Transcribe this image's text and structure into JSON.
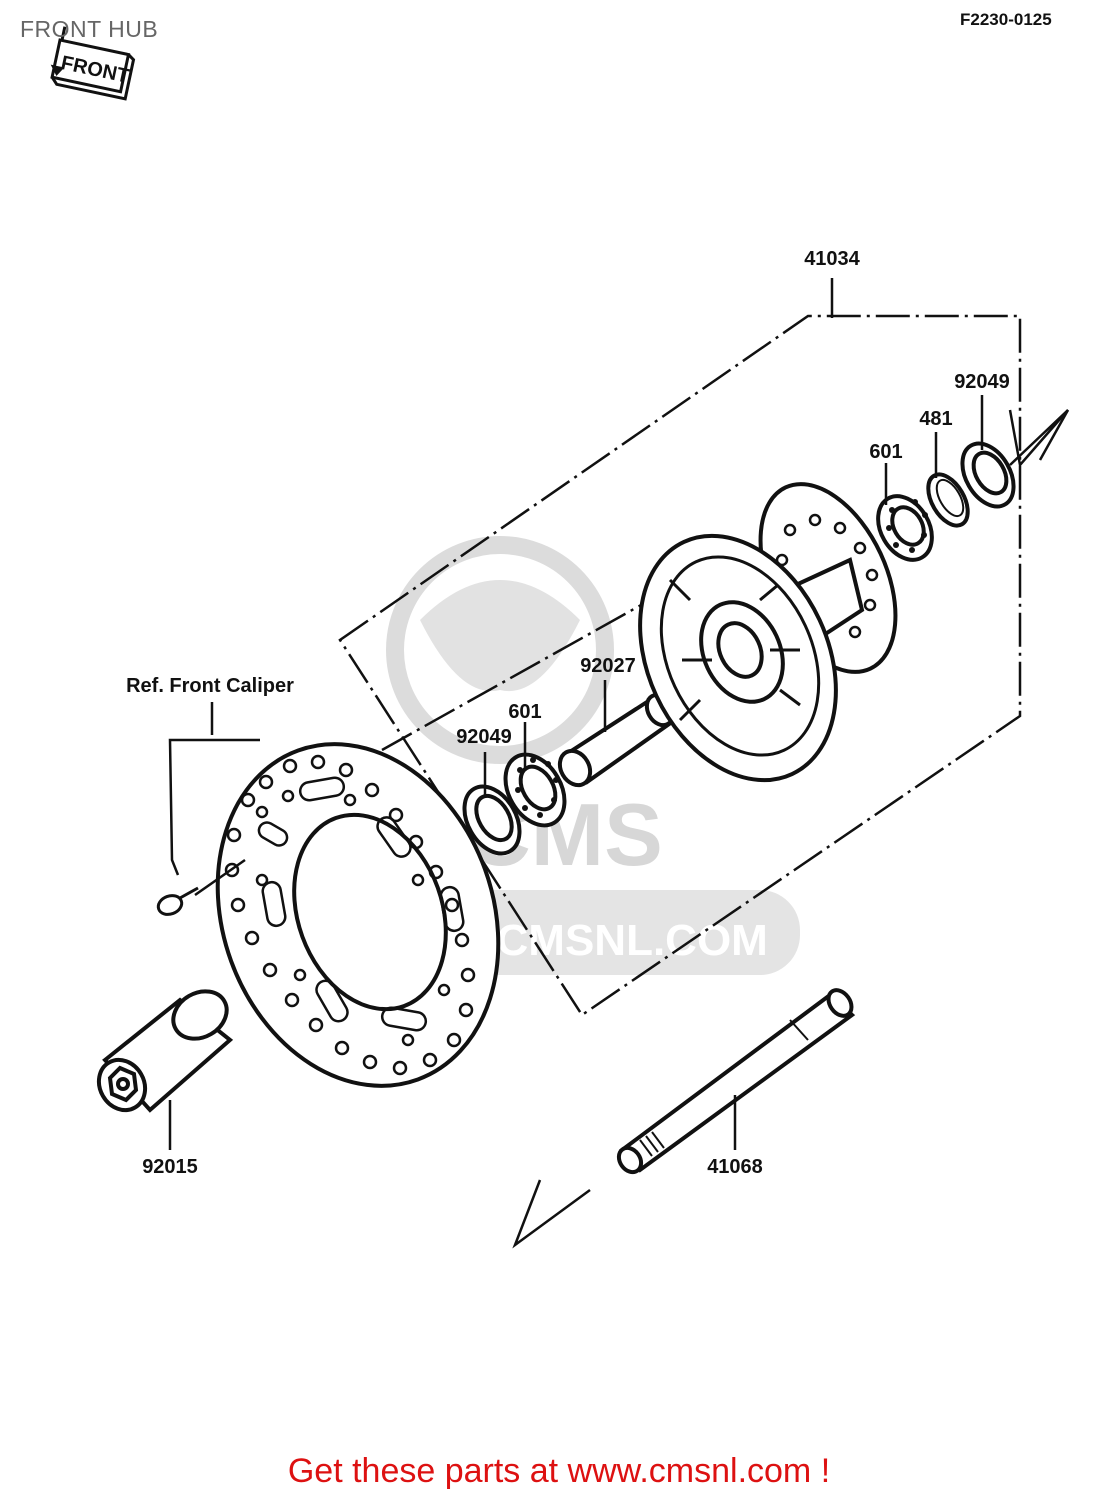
{
  "header": {
    "title": "FRONT HUB",
    "diagram_code": "F2230-0125",
    "front_badge": "FRONT"
  },
  "labels": {
    "hub_assembly": "41034",
    "oil_seal_right": "92049",
    "circlip": "481",
    "bearing_right": "601",
    "spacer": "92027",
    "bearing_left": "601",
    "oil_seal_left": "92049",
    "ref_caliper": "Ref. Front Caliper",
    "axle_nut": "92015",
    "axle": "41068"
  },
  "watermark": {
    "brand": "CMS",
    "url": "WWW.CMSNL.COM"
  },
  "footer": {
    "cta": "Get these parts at www.cmsnl.com !"
  },
  "colors": {
    "line": "#111111",
    "watermark": "#d7d7d7",
    "footer_text": "#dd1111",
    "title_text": "#666666"
  }
}
